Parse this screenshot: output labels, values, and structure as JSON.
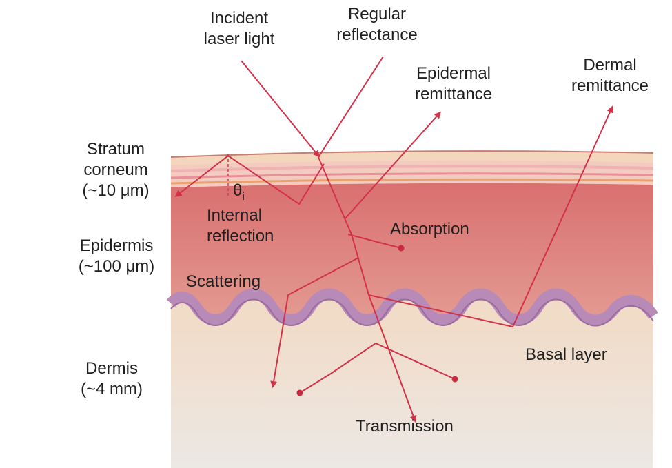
{
  "labels": {
    "incident": [
      "Incident",
      "laser light"
    ],
    "regular": [
      "Regular",
      "reflectance"
    ],
    "epidermal_remit": [
      "Epidermal",
      "remittance"
    ],
    "dermal_remit": [
      "Dermal",
      "remittance"
    ],
    "stratum": [
      "Stratum",
      "corneum",
      "(~10 μm)"
    ],
    "theta_symbol": "θ",
    "theta_sub": "i",
    "internal": [
      "Internal",
      "reflection"
    ],
    "absorption": "Absorption",
    "epidermis": [
      "Epidermis",
      "(~100 μm)"
    ],
    "scattering": "Scattering",
    "basal": "Basal layer",
    "dermis": [
      "Dermis",
      "(~4 mm)"
    ],
    "transmission": "Transmission"
  },
  "colors": {
    "ray": "#d23148",
    "dermis_tissue": "#f2d8bf",
    "epidermis_tissue": "#db7f7d",
    "stratum_tissue": "#f4c6bd",
    "basal_membrane": "#b98ab6",
    "text": "#1f1f1f"
  },
  "icons": [
    "arrowhead-icon",
    "absorption-dot-icon"
  ]
}
